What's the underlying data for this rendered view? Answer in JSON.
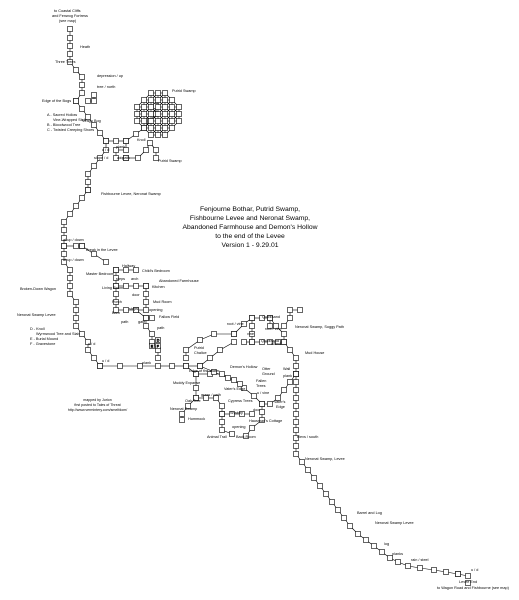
{
  "title_block": {
    "line1": "Fenjourne Bothar, Putrid Swamp,",
    "line2": "Fishbourne Levee and Neronat Swamp,",
    "line3": "Abandoned Farmhouse and Demon's Hollow",
    "line4": "to the end of the Levee",
    "line5": "Version 1 - 9.29.01"
  },
  "credit": {
    "line1": "mapped by Jurion",
    "line2": "first posted to Tales of Threat",
    "line3": "http://www.vermintery.com/smelfdom/"
  },
  "legend_top": {
    "a": "A - Sacred Hollow",
    "a2": "Vine-Wrapped Stele",
    "b": "B - Bloodwood Tree",
    "c": "C - Twisted Creeping Shoes"
  },
  "legend_bottom": {
    "d": "D - Knoll",
    "d2": "Wyrmwood Tree and Slab",
    "e": "E - Burial Mound",
    "f": "F - Gravestone"
  },
  "labels": {
    "top_exit": "to Coastal Cliffs",
    "top_exit2": "and Fenwog Fortress",
    "top_exit3": "(see map)",
    "heath": "Heath",
    "three_trees": "Three Trees",
    "depression": "depression / up",
    "tree_north": "tree / north",
    "edge_bogs": "Edge of the Bogs",
    "virago_bog": "Virago Bog",
    "putrid_swamp_top": "Putrid Swamp",
    "knoll": "Knoll",
    "plank": "plank",
    "u_d": "u / d",
    "slope": "slope / d",
    "a_path": "a / path",
    "putrid_swamp2": "Putrid Swamp",
    "fishbourne_levee": "Fishbourne Levee, Neronat Swamp",
    "at_up_down": "at up / down",
    "break": "Break in the Levee",
    "at_up_down2": "at up / down",
    "hallway": "Hallway",
    "childs_bedroom": "Child's Bedroom",
    "master_bedroom": "Master Bedroom",
    "steps": "steps",
    "arch": "arch",
    "abandoned_farmhouse": "Abandoned Farmhouse",
    "living_room": "Living Room",
    "kitchen": "Kitchen",
    "broken_down_wagon": "Broken-Down Wagon",
    "door": "door",
    "porch": "Porch",
    "steps2": "steps",
    "mud_room": "Mud Room",
    "barn": "Barn",
    "path": "path",
    "opening": "opening",
    "gate": "gate",
    "fallow_field": "Fallow Field",
    "path2": "path",
    "neronat_swamp_levee": "Neronat Swamp Levee",
    "u_d2": "u / d",
    "u_d3": "u / d",
    "putrid_chalice": "Putrid",
    "putrid_chalice2": "Chalice",
    "plank2": "plank",
    "edge_of_water": "Edge of the Water",
    "demons_hollow": "Demon's Hollow",
    "muddy_expanse": "Muddy Expanse",
    "quicksand": "Quicksand",
    "root_vine": "root / vine",
    "vine": "vine",
    "root_vine2": "root / vine",
    "quicksand2": "Quicksand",
    "neronat_soggy": "Neronat Swamp, Soggy Path",
    "island": "Island",
    "mud_house": "Mud House",
    "wall": "Wall",
    "plank3": "plank",
    "otter_ground": "Otter",
    "otter_ground2": "Ground",
    "fallen_trees": "Fallen",
    "fallen_trees2": "Trees",
    "u_vine": "u / vine",
    "vaters_edge": "Vater's Edge",
    "vaters_edge2": "Vater's",
    "vaters_edge3": "Edge",
    "grass_path": "grass / path",
    "oak_tree": "Oak Tree",
    "cypress_trees": "Cypress Trees",
    "door2": "door",
    "neronat_swamp": "Neronat Swamp",
    "hummock": "Hummock",
    "shabby": "Shabby",
    "hausmans_cottage": "Hausman's Cottage",
    "opening2": "opening",
    "animal_trail": "Animal Trail",
    "back_room": "Back Room",
    "elevs_north": "elevs / south",
    "neronat_levee2": "Neronat Swamp, Levee",
    "barrel_log": "Barrel and Log",
    "neronat_levee3": "Neronat Swamp Levee",
    "log": "log",
    "planks": "planks",
    "rain_steel": "rain / steel",
    "u_d4": "u / d",
    "levee_end": "Levee End",
    "bottom_exit": "to Wagon Road and Fishbourne (see map)"
  }
}
